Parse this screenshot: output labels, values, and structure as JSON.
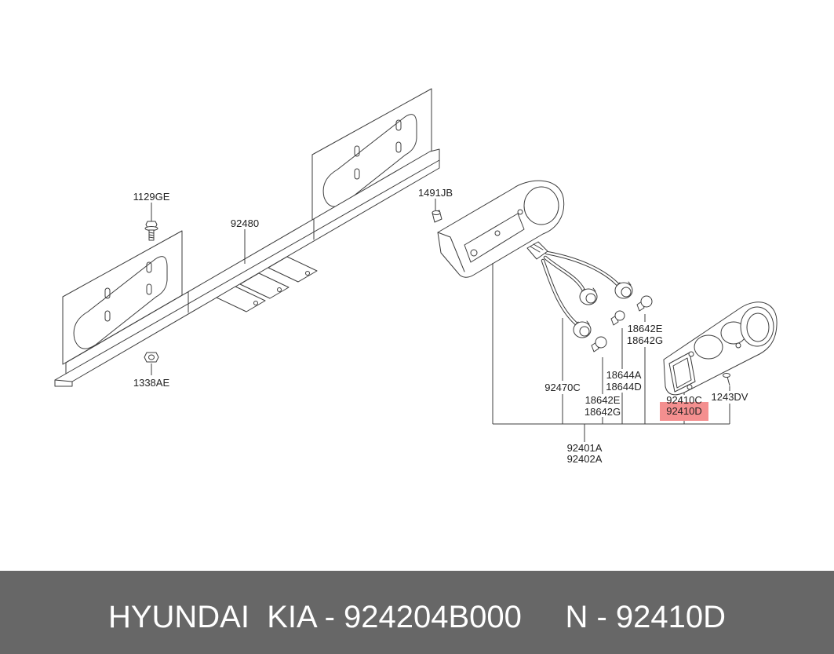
{
  "colors": {
    "line": "#3c3c3c",
    "label": "#222222",
    "highlight": "#f06a6a",
    "footer_bg": "#676767",
    "footer_text": "#ffffff"
  },
  "callouts": {
    "bolt": "1129GE",
    "beam": "92480",
    "clip": "1491JB",
    "nut": "1338AE",
    "bulb_upper": [
      "18642E",
      "18642G"
    ],
    "bulb_middle": [
      "18644A",
      "18644D"
    ],
    "harness": "92470C",
    "bulb_lower": [
      "18642E",
      "18642G"
    ],
    "lens": [
      "92410C",
      "92410D"
    ],
    "screw": "1243DV",
    "lamp": [
      "92401A",
      "92402A"
    ]
  },
  "footer": {
    "text": "HYUNDAI  KIA - 924204B000     N - 92410D"
  }
}
